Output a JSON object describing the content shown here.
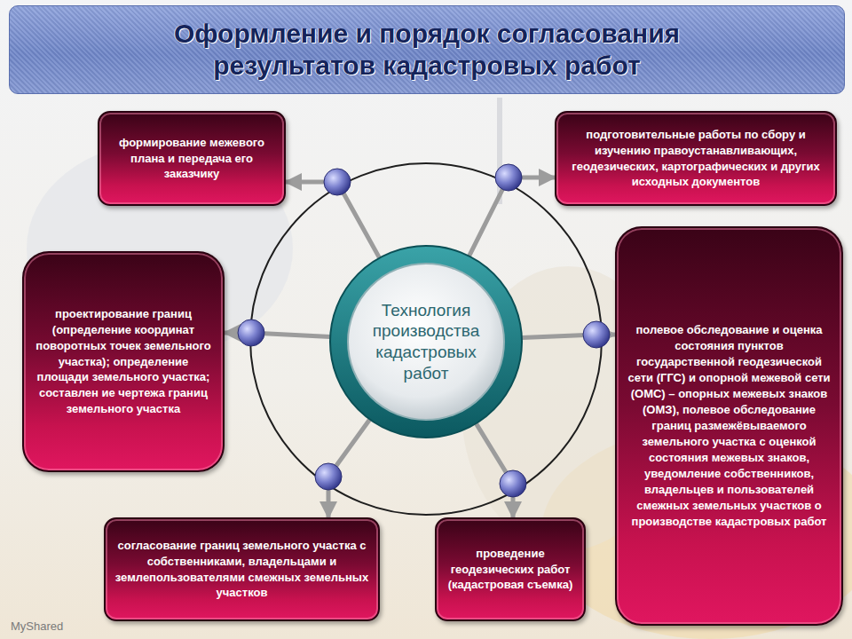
{
  "diagram": {
    "title": "Оформление и порядок согласования результатов кадастровых работ",
    "nodes": [
      {
        "text": [
          "формирование межевого плана и передача его заказчику"
        ]
      },
      {
        "text": [
          "подготовительные работы по сбору и изучению правоустанавливающих, геодезических, картографических и других исходных документов"
        ]
      },
      {
        "text": [
          "проектирование границ (определение координат поворотных точек земельного участка); определение площади земельного участка; составлен ие чертежа границ земельного участка"
        ]
      },
      {
        "text": [
          "Технология производства кадастровых работ"
        ]
      },
      {
        "text": [
          "полевое обследование и оценка состояния пунктов государственной геодезической сети (ГГС) и опорной межевой сети (ОМС) – опорных межевых знаков (ОМЗ), полевое обследование границ размежёвываемого земельного участка с оценкой состояния межевых знаков, уведомление собственников, владельцев и пользователей смежных земельных участков о производстве кадастровых работ"
        ]
      },
      {
        "text": [
          "согласование границ земельного участка с собственниками, владельцами и землепользователями смежных земельных участков"
        ]
      },
      {
        "text": [
          "проведение геодезических работ (кадастровая съемка)"
        ]
      }
    ],
    "edges": [
      {
        "from": 3,
        "to": 1,
        "arrow": "to"
      },
      {
        "from": 3,
        "to": 4,
        "arrow": "to"
      },
      {
        "from": 3,
        "to": 6,
        "arrow": "to"
      },
      {
        "from": 3,
        "to": 5,
        "arrow": "to"
      },
      {
        "from": 3,
        "to": 2,
        "arrow": "to"
      },
      {
        "from": 3,
        "to": 0,
        "arrow": "to"
      }
    ],
    "labels": [
      "MyShared"
    ]
  }
}
